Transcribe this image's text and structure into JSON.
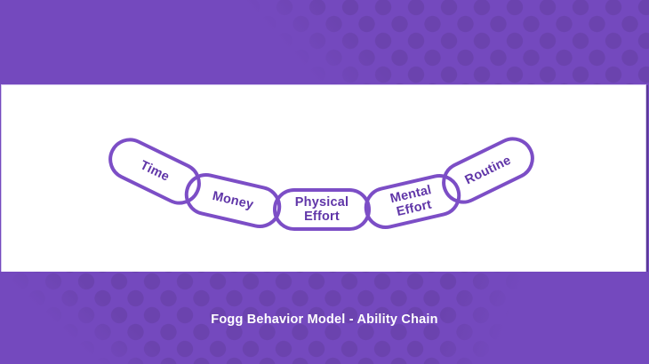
{
  "caption": "Fogg Behavior Model - Ability Chain",
  "diagram": {
    "name": "ability-chain",
    "links": [
      {
        "label": "Time"
      },
      {
        "label": "Money"
      },
      {
        "label": "Physical Effort"
      },
      {
        "label": "Mental Effort"
      },
      {
        "label": "Routine"
      }
    ]
  },
  "colors": {
    "background": "#7449BE",
    "dots": "#6B43AE",
    "panel": "#FFFFFF",
    "link_stroke": "#7C4EC6",
    "link_text": "#6036A8",
    "caption_text": "#FFFFFF"
  }
}
